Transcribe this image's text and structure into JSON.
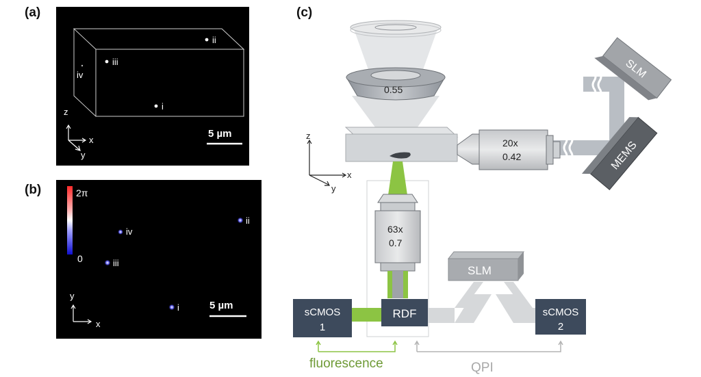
{
  "panel_a": {
    "label": "(a)",
    "points": [
      "i",
      "ii",
      "iii",
      "iv"
    ],
    "axes": {
      "z": "z",
      "x": "x",
      "y": "y"
    },
    "scalebar": "5 µm"
  },
  "panel_b": {
    "label": "(b)",
    "colorbar": {
      "max": "2π",
      "min": "0"
    },
    "points": [
      "i",
      "ii",
      "iii",
      "iv"
    ],
    "axes": {
      "y": "y",
      "x": "x"
    },
    "scalebar": "5 µm"
  },
  "panel_c": {
    "label": "(c)",
    "condenser_na": "0.55",
    "axes": {
      "z": "z",
      "x": "x",
      "y": "y"
    },
    "objective_side": {
      "mag": "20x",
      "na": "0.42"
    },
    "slm_top": "SLM",
    "mems": "MEMS",
    "objective_bottom": {
      "mag": "63x",
      "na": "0.7"
    },
    "slm_right": "SLM",
    "camera_left": {
      "line1": "sCMOS",
      "line2": "1"
    },
    "rdf": "RDF",
    "camera_right": {
      "line1": "sCMOS",
      "line2": "2"
    },
    "fluorescence": "fluorescence",
    "qpi": "QPI"
  },
  "colors": {
    "dark_box": "#3d4a5c",
    "green": "#8cc443",
    "fluor_text": "#6e9a36",
    "qpi_text": "#a8a8a8",
    "grey_beam": "#b9bec4",
    "colorbar_top": "#ff2a2a",
    "colorbar_bottom": "#1a1aff"
  }
}
